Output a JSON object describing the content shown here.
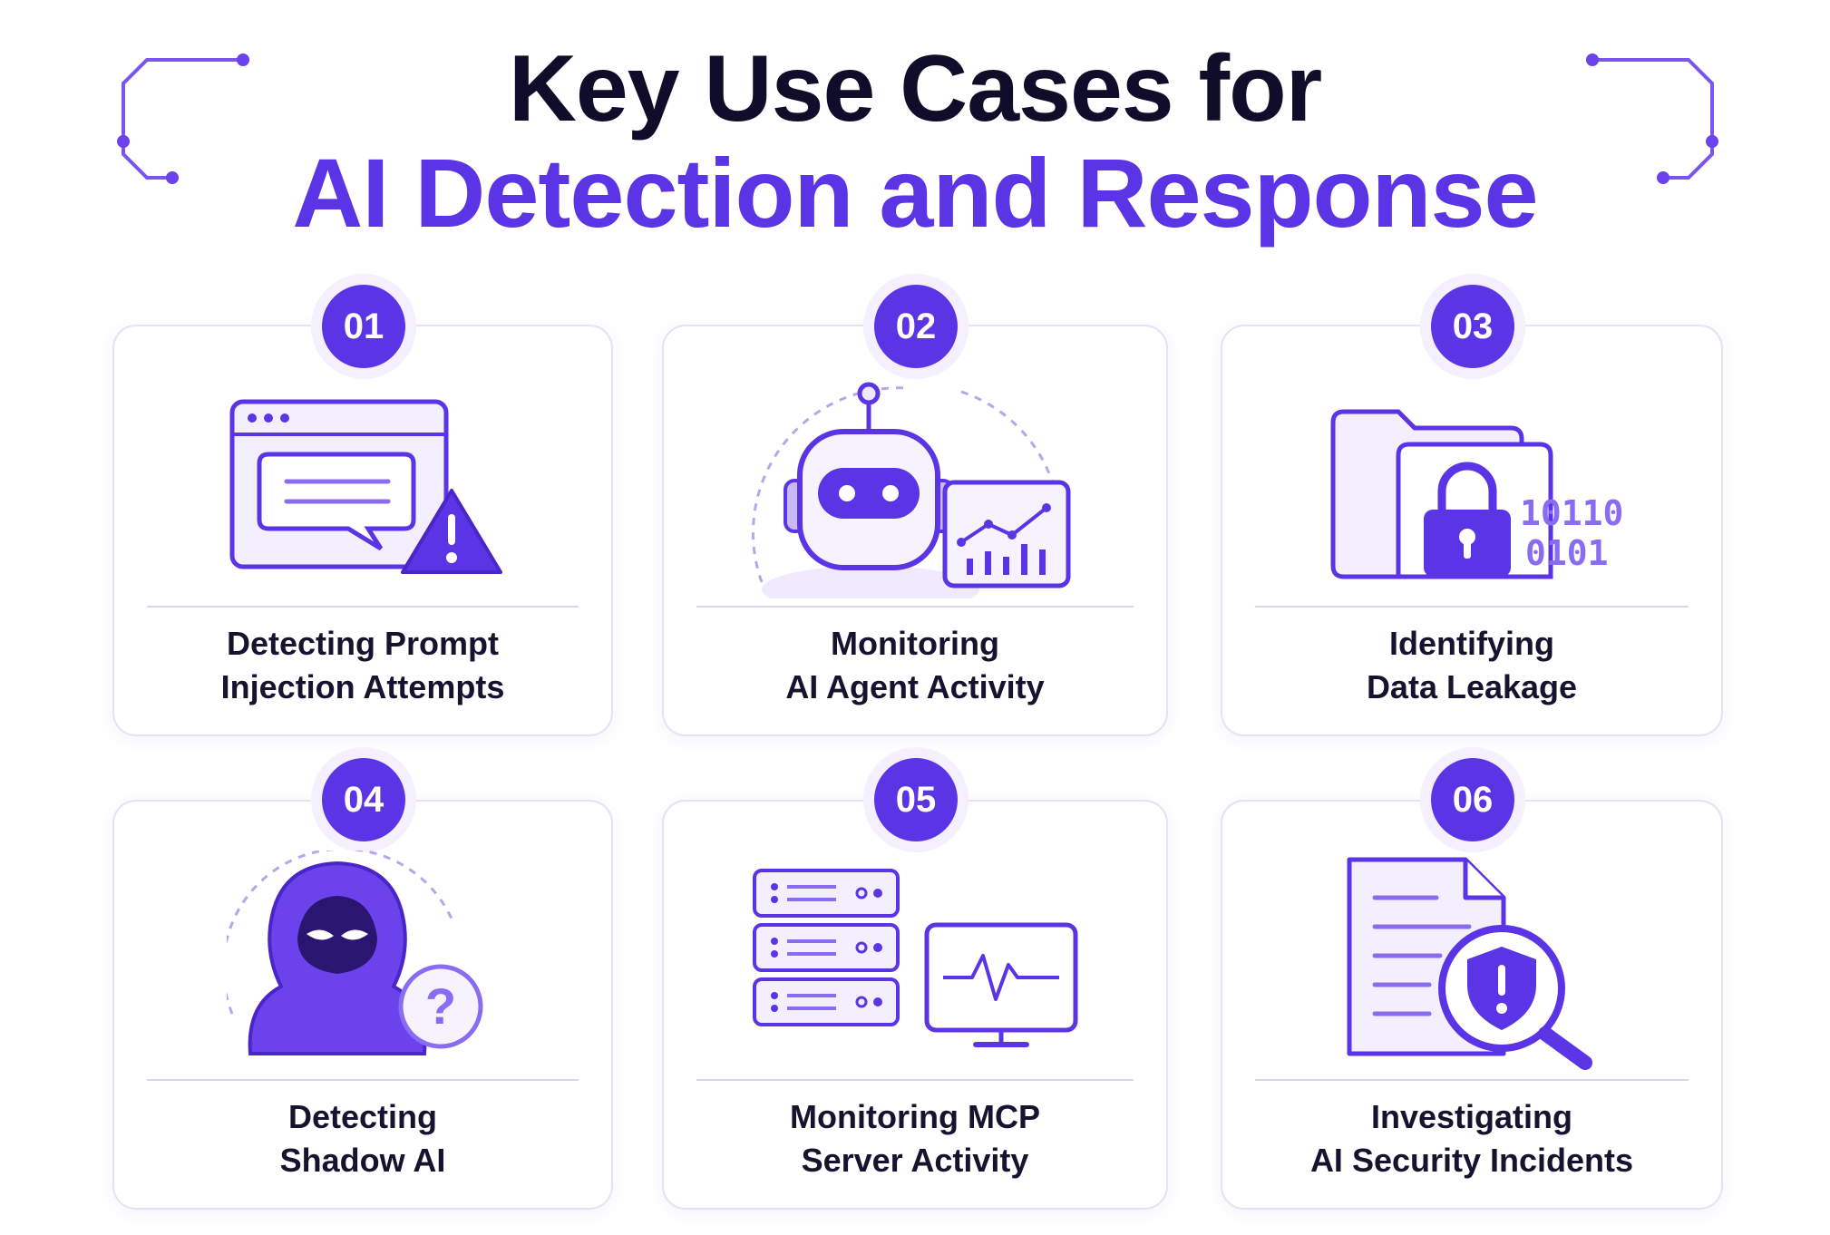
{
  "title": {
    "line1": "Key Use Cases for",
    "line2": "AI Detection and Response"
  },
  "colors": {
    "accent": "#5b34e6",
    "accent_light": "#ede7ff",
    "dark_text": "#15132e"
  },
  "cards": [
    {
      "number": "01",
      "line1": "Detecting Prompt",
      "line2": "Injection Attempts",
      "icon": "prompt-warning-icon"
    },
    {
      "number": "02",
      "line1": "Monitoring",
      "line2": "AI Agent Activity",
      "icon": "robot-chart-icon"
    },
    {
      "number": "03",
      "line1": "Identifying",
      "line2": "Data Leakage",
      "icon": "folder-lock-icon",
      "binary1": "10110",
      "binary2": "0101"
    },
    {
      "number": "04",
      "line1": "Detecting",
      "line2": "Shadow AI",
      "icon": "hooded-figure-icon",
      "mark": "?"
    },
    {
      "number": "05",
      "line1": "Monitoring MCP",
      "line2": "Server Activity",
      "icon": "server-monitor-icon"
    },
    {
      "number": "06",
      "line1": "Investigating",
      "line2": "AI Security Incidents",
      "icon": "document-magnifier-icon"
    }
  ]
}
